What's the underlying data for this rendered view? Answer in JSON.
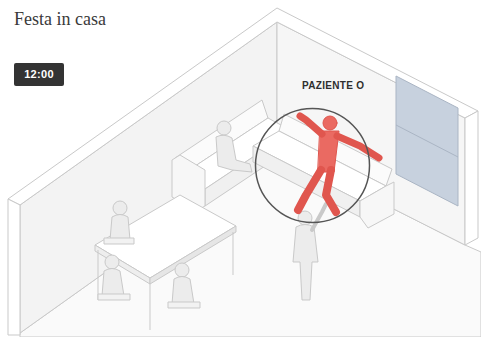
{
  "diagram": {
    "title": "Festa in casa",
    "nodes": [
      {
        "text": [
          "12:00"
        ]
      },
      {
        "text": [
          "PAZIENTE O"
        ]
      }
    ]
  }
}
